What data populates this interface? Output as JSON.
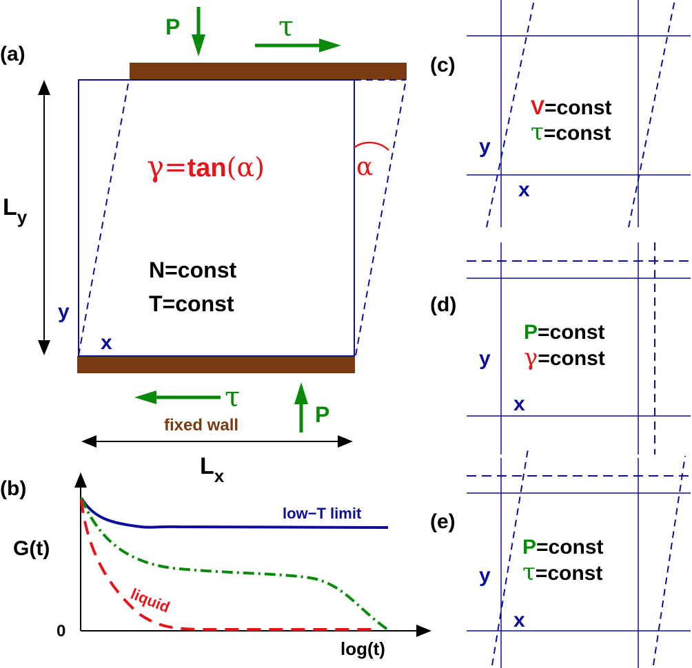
{
  "colors": {
    "blue": "#0d0d9c",
    "green": "#0a8a0a",
    "red": "#e8141a",
    "brown": "#7a3a12",
    "black": "#000000"
  },
  "panel_a": {
    "label": "(a)",
    "P_top": "P",
    "tau_top": "τ",
    "gamma_formula": {
      "gamma": "γ",
      "eq": "=",
      "tan": "tan",
      "arg": "(α)"
    },
    "alpha": "α",
    "Ly": {
      "main": "L",
      "sub": "y"
    },
    "y": "y",
    "x": "x",
    "N_const": "N=const",
    "T_const": "T=const",
    "tau_bottom": "τ",
    "P_bottom": "P",
    "fixed_wall": "fixed wall",
    "Lx": {
      "main": "L",
      "sub": "x"
    }
  },
  "panel_b": {
    "label": "(b)",
    "ylabel": "G(t)",
    "zero": "0",
    "xlabel": "log(t)",
    "low_T": "low−T limit",
    "liquid": "liquid"
  },
  "panel_c": {
    "label": "(c)",
    "line1_sym": "V",
    "line1_rest": "=const",
    "line2_sym": "τ",
    "line2_rest": "=const",
    "y": "y",
    "x": "x"
  },
  "panel_d": {
    "label": "(d)",
    "line1_sym": "P",
    "line1_rest": "=const",
    "line2_sym": "γ",
    "line2_rest": "=const",
    "y": "y",
    "x": "x"
  },
  "panel_e": {
    "label": "(e)",
    "line1_sym": "P",
    "line1_rest": "=const",
    "line2_sym": "τ",
    "line2_rest": "=const",
    "y": "y",
    "x": "x"
  }
}
